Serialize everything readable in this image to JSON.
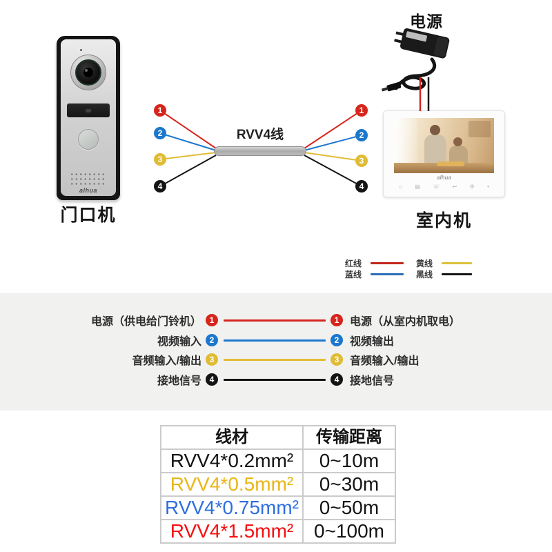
{
  "colors": {
    "section_bg": "#f1f1f0",
    "red": "#d6251c",
    "blue": "#1b78cd",
    "yellow": "#e0bc35",
    "black": "#141414"
  },
  "devices": {
    "door_station": {
      "label": "门口机",
      "brand_logo": "alhua"
    },
    "power_adapter": {
      "label": "电源"
    },
    "indoor_monitor": {
      "label": "室内机",
      "brand_logo": "alhua",
      "buttons": [
        "⌂",
        "▤",
        "☏",
        "↩",
        "⚙",
        "•"
      ]
    }
  },
  "cable": {
    "label": "RVV4线"
  },
  "terminals": [
    {
      "num": "1",
      "color": "#d6251c"
    },
    {
      "num": "2",
      "color": "#1b78cd"
    },
    {
      "num": "3",
      "color": "#e0bc35"
    },
    {
      "num": "4",
      "color": "#141414"
    }
  ],
  "legend": {
    "items": [
      {
        "label": "红线",
        "color": "#c5271d"
      },
      {
        "label": "黄线",
        "color": "#ddc13b"
      },
      {
        "label": "蓝线",
        "color": "#2b6cb8"
      },
      {
        "label": "黑线",
        "color": "#151515"
      }
    ]
  },
  "connections": [
    {
      "num": "1",
      "color": "#d6251c",
      "left": "电源（供电给门铃机）",
      "right": "电源（从室内机取电）"
    },
    {
      "num": "2",
      "color": "#1b78cd",
      "left": "视频输入",
      "right": "视频输出"
    },
    {
      "num": "3",
      "color": "#e0bc35",
      "left": "音频输入/输出",
      "right": "音频输入/输出"
    },
    {
      "num": "4",
      "color": "#141414",
      "left": "接地信号",
      "right": "接地信号"
    }
  ],
  "spec_table": {
    "headers": [
      "线材",
      "传输距离"
    ],
    "rows": [
      {
        "wire": "RVV4*0.2mm²",
        "distance": "0~10m",
        "color": "#141414"
      },
      {
        "wire": "RVV4*0.5mm²",
        "distance": "0~30m",
        "color": "#e9b616"
      },
      {
        "wire": "RVV4*0.75mm²",
        "distance": "0~50m",
        "color": "#2e6fdf"
      },
      {
        "wire": "RVV4*1.5mm²",
        "distance": "0~100m",
        "color": "#f50f0f"
      }
    ]
  }
}
